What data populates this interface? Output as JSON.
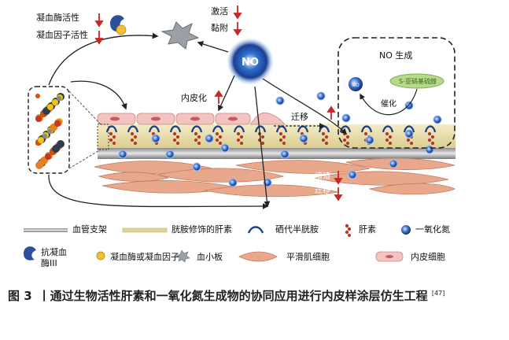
{
  "top_labels": {
    "coag_enzyme_activity": "凝血酶活性",
    "coag_factor_activity": "凝血因子活性",
    "activation": "激活",
    "adhesion": "黏附",
    "endothelialization": "内皮化",
    "migration": "迁移",
    "proliferation_migration_1": "增殖",
    "proliferation_migration_2": "迁移",
    "no_text": "NO",
    "no_generation": "NO 生成",
    "catalysis": "催化",
    "no_donor": "S-亚硝基硫醇"
  },
  "legend": {
    "row1": [
      {
        "icon": "stent-bar-icon",
        "label": "血管支架"
      },
      {
        "icon": "coating-bar-icon",
        "label": "胱胺修饰的肝素"
      },
      {
        "icon": "selenocystamine-icon",
        "label": "硒代半胱胺"
      },
      {
        "icon": "heparin-icon",
        "label": "肝素"
      },
      {
        "icon": "nitric-oxide-icon",
        "label": "一氧化氮"
      }
    ],
    "row2": [
      {
        "icon": "antithrombin-icon",
        "label": "抗凝血酶III"
      },
      {
        "icon": "coagulation-factor-icon",
        "label": "凝血酶或凝血因子"
      },
      {
        "icon": "platelet-icon",
        "label": "血小板"
      },
      {
        "icon": "smooth-muscle-cell-icon",
        "label": "平滑肌细胞"
      },
      {
        "icon": "endothelial-cell-icon",
        "label": "内皮细胞"
      }
    ]
  },
  "caption": {
    "figure_number": "图 3",
    "text": "丨通过生物活性肝素和一氧化氮生成物的协同应用进行内皮样涂层仿生工程",
    "reference": "[47]"
  },
  "colors": {
    "arrow_red": "#c62828",
    "no_blue": "#1e4fa3",
    "heparin_red": "#b23a2a",
    "smc_pink": "#e8a88c",
    "endo_pink": "#f2c3c0",
    "coating_yellow": "#e9dfae"
  }
}
